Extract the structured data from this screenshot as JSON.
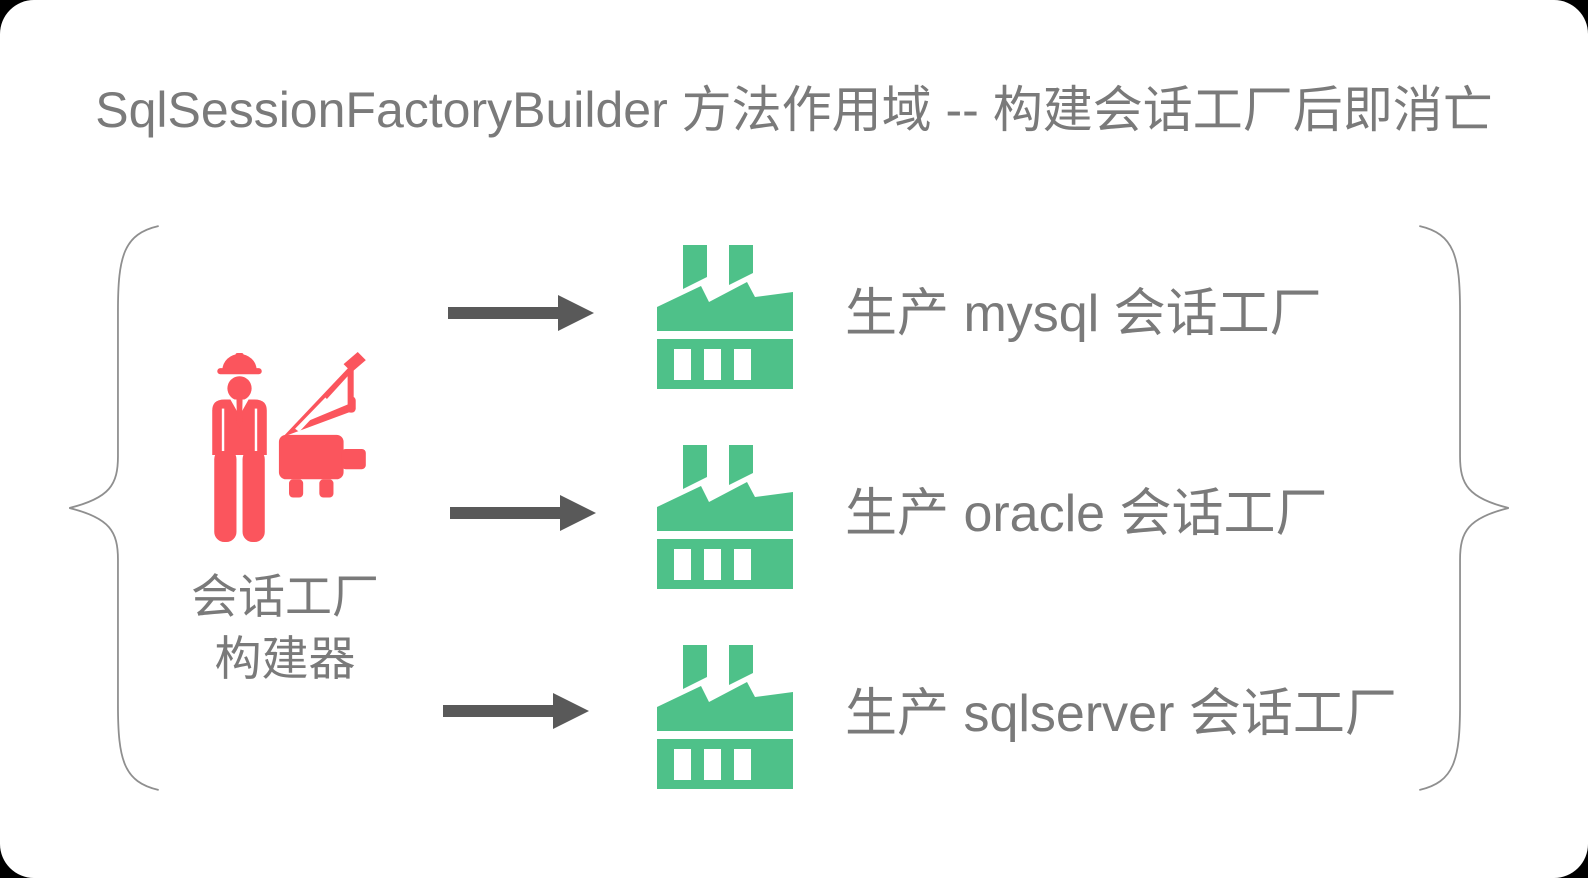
{
  "title": "SqlSessionFactoryBuilder 方法作用域 -- 构建会话工厂后即消亡",
  "builder": {
    "label_line1": "会话工厂",
    "label_line2": "构建器",
    "icon": "worker-crane-icon"
  },
  "rows": [
    {
      "label": "生产 mysql 会话工厂",
      "icon": "factory-icon"
    },
    {
      "label": "生产 oracle 会话工厂",
      "icon": "factory-icon"
    },
    {
      "label": "生产 sqlserver 会话工厂",
      "icon": "factory-icon"
    }
  ],
  "colors": {
    "builder_icon": "#fb555d",
    "factory_icon": "#4ec189",
    "arrow": "#595959",
    "text": "#7a7a7a",
    "brace": "#8f8f8f"
  }
}
